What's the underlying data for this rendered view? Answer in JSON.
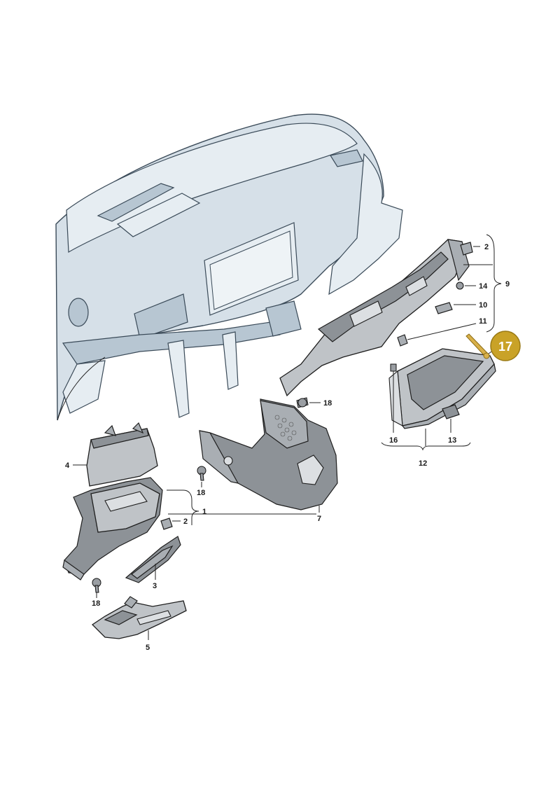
{
  "labels": {
    "p1": "1",
    "p2a": "2",
    "p2b": "2",
    "p3": "3",
    "p4": "4",
    "p5": "5",
    "p7": "7",
    "p9": "9",
    "p10": "10",
    "p11": "11",
    "p12": "12",
    "p13": "13",
    "p14": "14",
    "p16": "16",
    "p18a": "18",
    "p18b": "18",
    "p18c": "18",
    "callout": "17"
  },
  "colors": {
    "callout_fill": "#c9a227",
    "callout_stroke": "#9a7a14",
    "highlight_part": "#d8b04a",
    "dashboard": "#d6e0e8",
    "trim_parts": "#bfc3c7"
  }
}
